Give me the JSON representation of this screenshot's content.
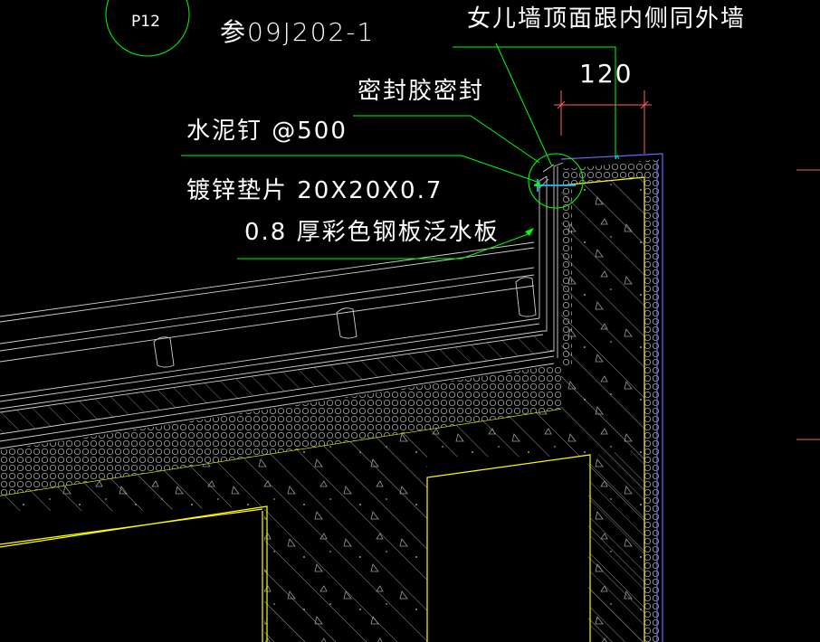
{
  "detail_marker": {
    "label": "P12"
  },
  "reference": {
    "text": "参09J202-1"
  },
  "dimension": {
    "value": "120"
  },
  "annotations": {
    "parapet_note": "女儿墙顶面跟内侧同外墙",
    "sealant": "密封胶密封",
    "cement_nail": "水泥钉  @500",
    "washer": "镀锌垫片  20X20X0.7",
    "flashing": "0.8 厚彩色钢板泛水板"
  },
  "colors": {
    "background": "#000000",
    "leader": "#00ff00",
    "text": "#ffffff",
    "wall_outline": "#ffff00",
    "facing": "#6b6bff",
    "hatch": "#9a9a9a",
    "detail_line": "#d0d0d0",
    "accent_cyan": "#00c8ff",
    "edge_mark": "#b05a30"
  }
}
